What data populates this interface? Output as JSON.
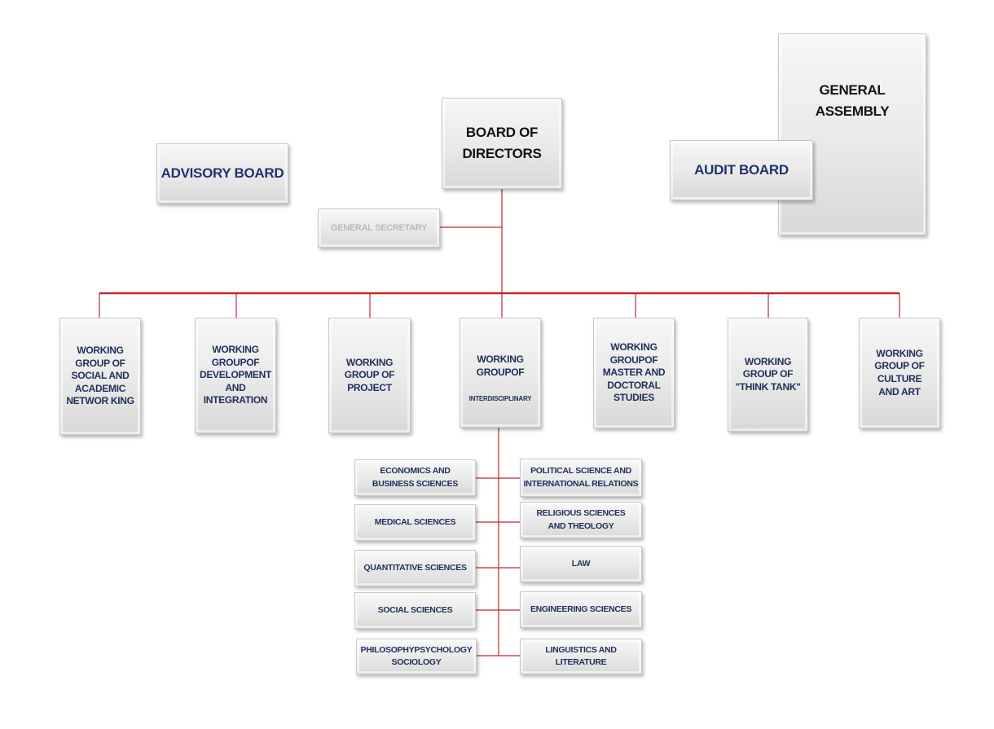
{
  "general_assembly": "GENERAL\nASSEMBLY",
  "board_of_directors": "BOARD OF\nDIRECTORS",
  "advisory_board": "ADVISORY BOARD",
  "audit_board": "AUDIT BOARD",
  "general_secretary": "GENERAL SECRETARY",
  "working_groups": [
    "WORKING\nGROUP OF\nSOCIAL AND\nACADEMIC\nNETWOR KING",
    "WORKING\nGROUPOF\nDEVELOPMENT\nAND\nINTEGRATION",
    "WORKING\nGROUP OF\nPROJECT",
    "WORKING\nGROUPOF",
    "WORKING\nGROUPOF\nMASTER AND\nDOCTORAL\nSTUDIES",
    "WORKING\nGROUP OF\n\"THINK TANK\"",
    "WORKING\nGROUP OF\nCULTURE\nAND ART"
  ],
  "interdisciplinary_label": "INTERDISCIPLINARY",
  "sciences_left": [
    "ECONOMICS AND\nBUSINESS SCIENCES",
    "MEDICAL SCIENCES",
    "QUANTITATIVE SCIENCES",
    "SOCIAL SCIENCES",
    "PHILOSOPHYPSYCHOLOGY\nSOCIOLOGY"
  ],
  "sciences_right": [
    "POLITICAL SCIENCE AND\nINTERNATIONAL RELATIONS",
    "RELIGIOUS SCIENCES\nAND THEOLOGY",
    "LAW",
    "ENGINEERING SCIENCES",
    "LINGUISTICS AND LITERATURE"
  ],
  "colors": {
    "connector": "#c0282f",
    "text_navy": "#1f2f5a"
  }
}
